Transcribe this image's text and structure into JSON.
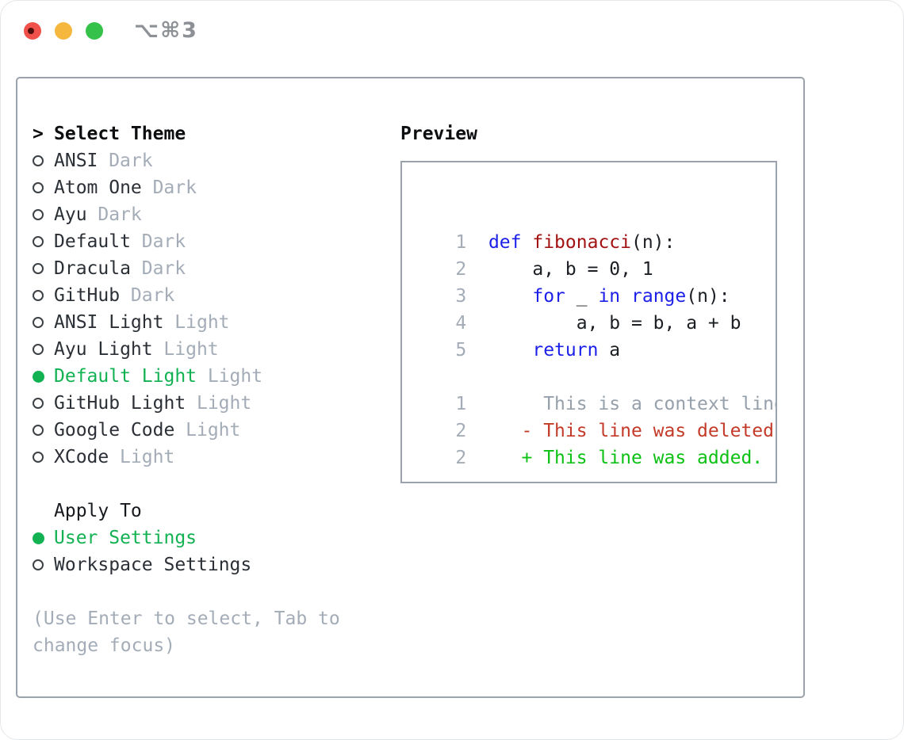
{
  "window": {
    "title": "⌥⌘3",
    "traffic_lights": [
      "close",
      "minimize",
      "zoom"
    ]
  },
  "colors": {
    "panel_border": "#9aa3ac",
    "selection_green": "#12b253",
    "muted_gray": "#a3acb7",
    "keyword_blue": "#1b1fe8",
    "function_red": "#a31212",
    "diff_deleted_red": "#c43a28",
    "diff_added_green": "#0bc113",
    "traffic_red": "#f0524b",
    "traffic_yellow": "#f6b73e",
    "traffic_green": "#35c24b"
  },
  "theme_picker": {
    "marker": ">",
    "header": "Select Theme",
    "items": [
      {
        "name": "ANSI",
        "variant": "Dark",
        "selected": false
      },
      {
        "name": "Atom One",
        "variant": "Dark",
        "selected": false
      },
      {
        "name": "Ayu",
        "variant": "Dark",
        "selected": false
      },
      {
        "name": "Default",
        "variant": "Dark",
        "selected": false
      },
      {
        "name": "Dracula",
        "variant": "Dark",
        "selected": false
      },
      {
        "name": "GitHub",
        "variant": "Dark",
        "selected": false
      },
      {
        "name": "ANSI Light",
        "variant": "Light",
        "selected": false
      },
      {
        "name": "Ayu Light",
        "variant": "Light",
        "selected": false
      },
      {
        "name": "Default Light",
        "variant": "Light",
        "selected": true
      },
      {
        "name": "GitHub Light",
        "variant": "Light",
        "selected": false
      },
      {
        "name": "Google Code",
        "variant": "Light",
        "selected": false
      },
      {
        "name": "XCode",
        "variant": "Light",
        "selected": false
      }
    ],
    "apply_to": {
      "header": "Apply To",
      "options": [
        {
          "label": "User Settings",
          "selected": true
        },
        {
          "label": "Workspace Settings",
          "selected": false
        }
      ]
    },
    "hint": "(Use Enter to select, Tab to change focus)"
  },
  "preview": {
    "header": "Preview",
    "lines": [
      {
        "num": "1",
        "segments": [
          {
            "text": "def",
            "style": "keyword"
          },
          {
            "text": " ",
            "style": "plain"
          },
          {
            "text": "fibonacci",
            "style": "function"
          },
          {
            "text": "(n):",
            "style": "plain"
          }
        ]
      },
      {
        "num": "2",
        "segments": [
          {
            "text": "    a, b = 0, 1",
            "style": "plain"
          }
        ]
      },
      {
        "num": "3",
        "segments": [
          {
            "text": "    ",
            "style": "plain"
          },
          {
            "text": "for",
            "style": "keyword"
          },
          {
            "text": " _ ",
            "style": "plain"
          },
          {
            "text": "in",
            "style": "keyword"
          },
          {
            "text": " ",
            "style": "plain"
          },
          {
            "text": "range",
            "style": "keyword"
          },
          {
            "text": "(n):",
            "style": "plain"
          }
        ]
      },
      {
        "num": "4",
        "segments": [
          {
            "text": "        a, b = b, a + b",
            "style": "plain"
          }
        ]
      },
      {
        "num": "5",
        "segments": [
          {
            "text": "    ",
            "style": "plain"
          },
          {
            "text": "return",
            "style": "keyword"
          },
          {
            "text": " a",
            "style": "plain"
          }
        ]
      },
      {
        "num": "",
        "segments": []
      },
      {
        "num": "1",
        "segments": [
          {
            "text": "     This is a context line.",
            "style": "context"
          }
        ]
      },
      {
        "num": "2",
        "segments": [
          {
            "text": "   ",
            "style": "plain"
          },
          {
            "text": "- This line was deleted.",
            "style": "deleted"
          }
        ]
      },
      {
        "num": "2",
        "segments": [
          {
            "text": "   ",
            "style": "plain"
          },
          {
            "text": "+ This line was added.",
            "style": "added"
          }
        ]
      }
    ]
  }
}
